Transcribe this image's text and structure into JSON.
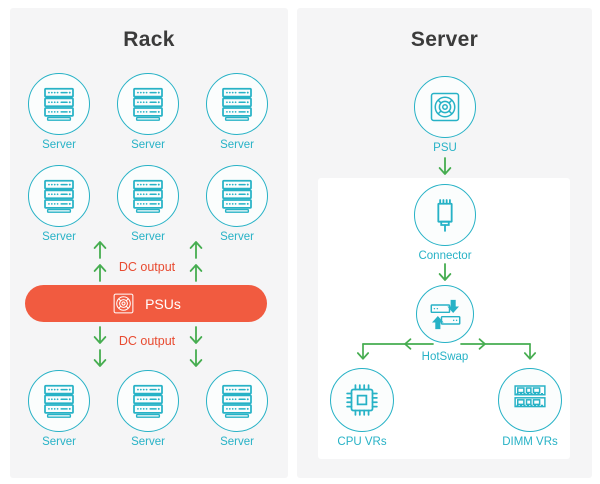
{
  "colors": {
    "teal": "#27b2c6",
    "green": "#46ad50",
    "orange_bar": "#f15b40",
    "red_label": "#e84b31",
    "title_text": "#3b3b3b",
    "panel_bg": "#f5f5f6",
    "inner_box_bg": "#ffffff"
  },
  "icons": {
    "server": "server-rack-icon",
    "psu": "psu-fan-icon",
    "connector": "connector-plug-icon",
    "hotswap": "hotswap-exchange-icon",
    "cpu": "cpu-chip-icon",
    "dimm": "dimm-memory-icon",
    "arrow_up": "arrow-up-icon",
    "arrow_down": "arrow-down-icon"
  },
  "rack_panel": {
    "title": "Rack",
    "grid_servers": [
      "Server",
      "Server",
      "Server",
      "Server",
      "Server",
      "Server"
    ],
    "bottom_servers": [
      "Server",
      "Server",
      "Server"
    ],
    "dc_output_top": "DC output",
    "dc_output_bottom": "DC output",
    "psu_bar_label": "PSUs"
  },
  "server_panel": {
    "title": "Server",
    "psu_label": "PSU",
    "connector_label": "Connector",
    "hotswap_label": "HotSwap",
    "cpu_vrs_label": "CPU VRs",
    "dimm_vrs_label": "DIMM VRs"
  }
}
